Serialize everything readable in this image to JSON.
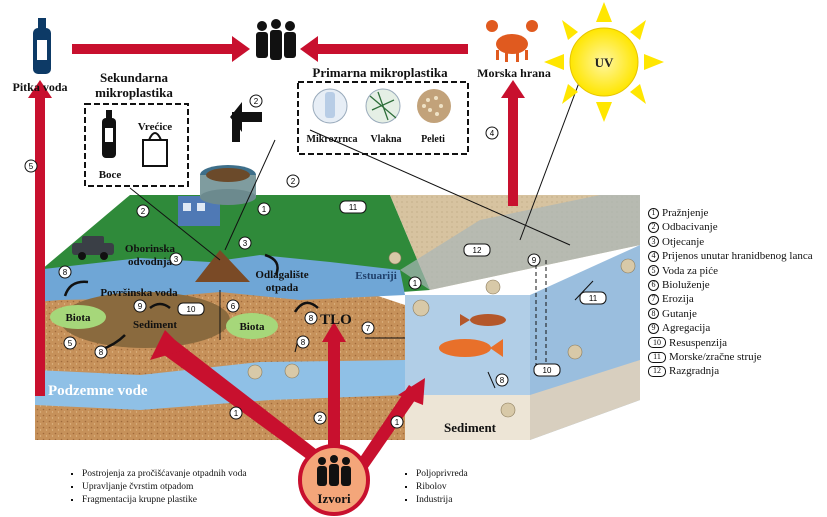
{
  "labels": {
    "pitka_voda": "Pitka voda",
    "morska_hrana": "Morska hrana",
    "uv": "UV",
    "sekundarna": "Sekundarna",
    "mikroplastika_sek": "mikroplastika",
    "primarna": "Primarna mikroplastika",
    "mikrozrnca": "Mikrozrnca",
    "vlakna": "Vlakna",
    "peleti": "Peleti",
    "boce": "Boce",
    "vrecice": "Vrećice",
    "oborinska": "Oborinska",
    "odvodnja": "odvodnja",
    "odlagaliste": "Odlagalište",
    "otpada": "otpada",
    "estuariji": "Estuariji",
    "povrsinska": "Površinska voda",
    "biota1": "Biota",
    "sediment1": "Sediment",
    "biota2": "Biota",
    "tlo": "TLO",
    "podzemne": "Podzemne vode",
    "sediment2": "Sediment",
    "izvori": "Izvori"
  },
  "legend": [
    {
      "n": "1",
      "text": "Pražnjenje"
    },
    {
      "n": "2",
      "text": "Odbacivanje"
    },
    {
      "n": "3",
      "text": "Otjecanje"
    },
    {
      "n": "4",
      "text": "Prijenos unutar hranidbenog lanca"
    },
    {
      "n": "5",
      "text": "Voda za piće"
    },
    {
      "n": "6",
      "text": "Bioluženje"
    },
    {
      "n": "7",
      "text": "Erozija"
    },
    {
      "n": "8",
      "text": "Gutanje"
    },
    {
      "n": "9",
      "text": "Agregacija"
    },
    {
      "n": "10",
      "text": "Resuspenzija"
    },
    {
      "n": "11",
      "text": "Morske/zračne struje"
    },
    {
      "n": "12",
      "text": "Razgradnja"
    }
  ],
  "sources_left": [
    "Postrojenja za pročišćavanje otpadnih voda",
    "Upravljanje čvrstim otpadom",
    "Fragmentacija krupne plastike"
  ],
  "sources_right": [
    "Poljoprivreda",
    "Ribolov",
    "Industrija"
  ],
  "colors": {
    "arrow_red": "#c8102e",
    "land": "#c8925a",
    "grass": "#2e8b3c",
    "water": "#7fb0d8",
    "sea": "#a9c9e4",
    "sand": "#d9c7a8",
    "sun": "#ffe600"
  }
}
